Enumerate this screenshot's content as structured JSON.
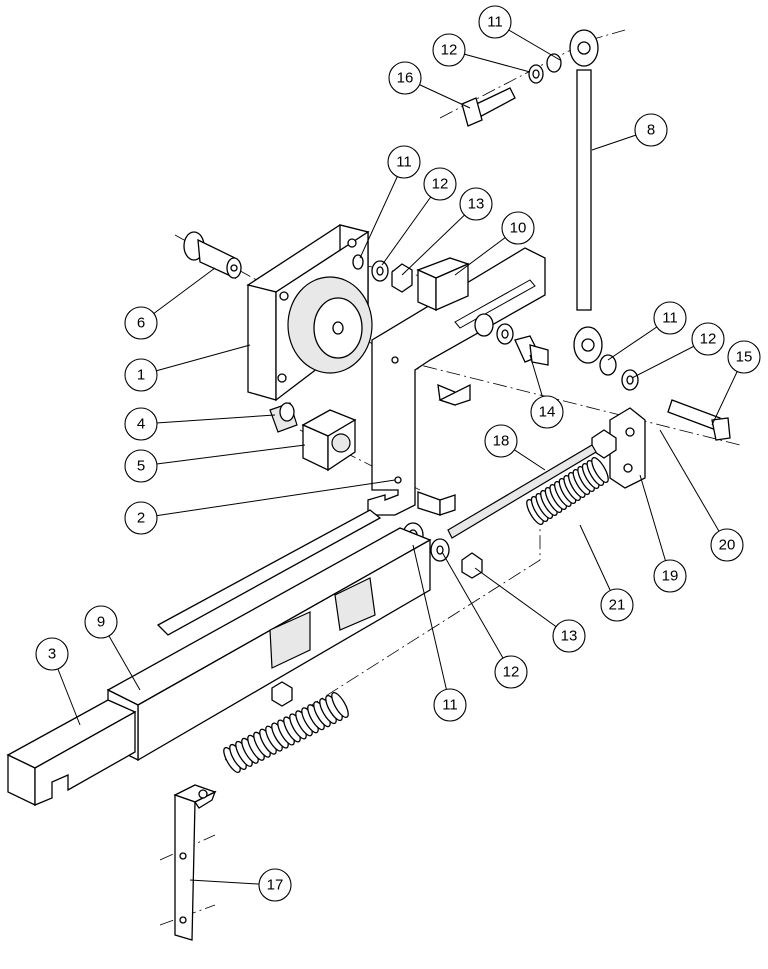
{
  "callouts": [
    {
      "label": "11"
    },
    {
      "label": "12"
    },
    {
      "label": "16"
    },
    {
      "label": "8"
    },
    {
      "label": "11"
    },
    {
      "label": "12"
    },
    {
      "label": "13"
    },
    {
      "label": "10"
    },
    {
      "label": "6"
    },
    {
      "label": "1"
    },
    {
      "label": "11"
    },
    {
      "label": "12"
    },
    {
      "label": "15"
    },
    {
      "label": "4"
    },
    {
      "label": "14"
    },
    {
      "label": "5"
    },
    {
      "label": "18"
    },
    {
      "label": "2"
    },
    {
      "label": "20"
    },
    {
      "label": "19"
    },
    {
      "label": "21"
    },
    {
      "label": "13"
    },
    {
      "label": "9"
    },
    {
      "label": "3"
    },
    {
      "label": "12"
    },
    {
      "label": "11"
    },
    {
      "label": "17"
    }
  ]
}
